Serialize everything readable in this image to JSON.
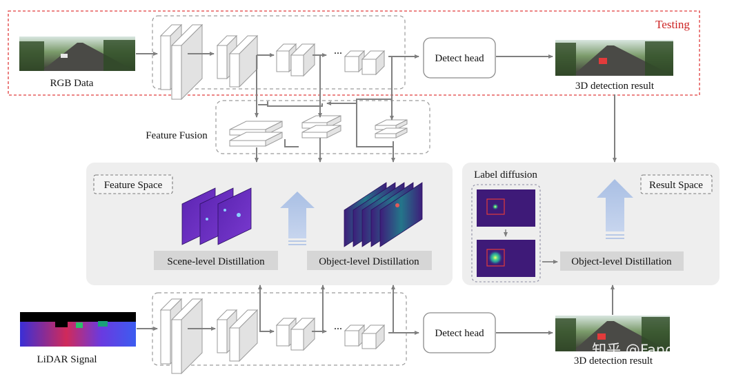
{
  "testing_label": "Testing",
  "rgb_label": "RGB Data",
  "lidar_label": "LiDAR Signal",
  "detect_head_top": "Detect head",
  "detect_head_bottom": "Detect head",
  "result_top": "3D detection result",
  "result_bottom": "3D detection result",
  "feature_fusion": "Feature Fusion",
  "feature_space": "Feature Space",
  "result_space": "Result Space",
  "label_diffusion": "Label diffusion",
  "scene_distill": "Scene-level Distillation",
  "object_distill_left": "Object-level Distillation",
  "object_distill_right": "Object-level Distillation",
  "ellipsis": "...",
  "watermark": "知乎 @Fangzh",
  "colors": {
    "testing_border": "#e03b3b",
    "testing_text": "#cc2222",
    "dashed_gray": "#9a9a9a",
    "panel_bg": "#eeeeee",
    "label_bg": "#d6d6d6",
    "arrow": "#7f7f7f",
    "up_arrow": "#b7c8e6",
    "heatmap_purple": "#3e1a78",
    "peak_box": "#e23b3b"
  }
}
